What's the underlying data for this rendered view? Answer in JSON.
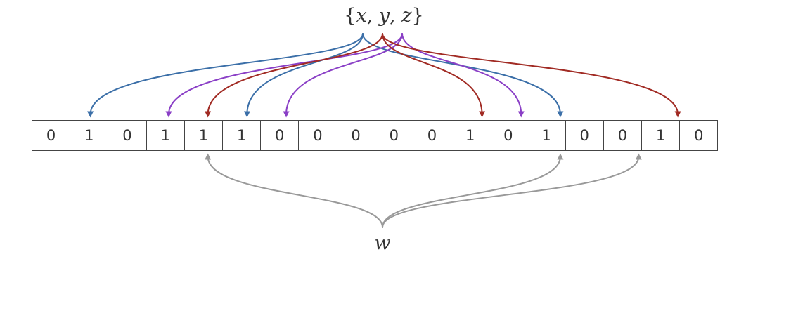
{
  "set_label": {
    "open": "{",
    "x": "x",
    "sep1": ", ",
    "y": "y",
    "sep2": ", ",
    "z": "z",
    "close": "}"
  },
  "query_label": "w",
  "bits": [
    "0",
    "1",
    "0",
    "1",
    "1",
    "1",
    "0",
    "0",
    "0",
    "0",
    "0",
    "1",
    "0",
    "1",
    "0",
    "0",
    "1",
    "0"
  ],
  "colors": {
    "x": "#3b6fa8",
    "y": "#a12b24",
    "z": "#8a3fc6",
    "w": "#999999"
  },
  "mappings": {
    "x": [
      1,
      5,
      13
    ],
    "y": [
      4,
      11,
      16
    ],
    "z": [
      3,
      6,
      12
    ],
    "w": [
      4,
      13,
      15
    ]
  }
}
